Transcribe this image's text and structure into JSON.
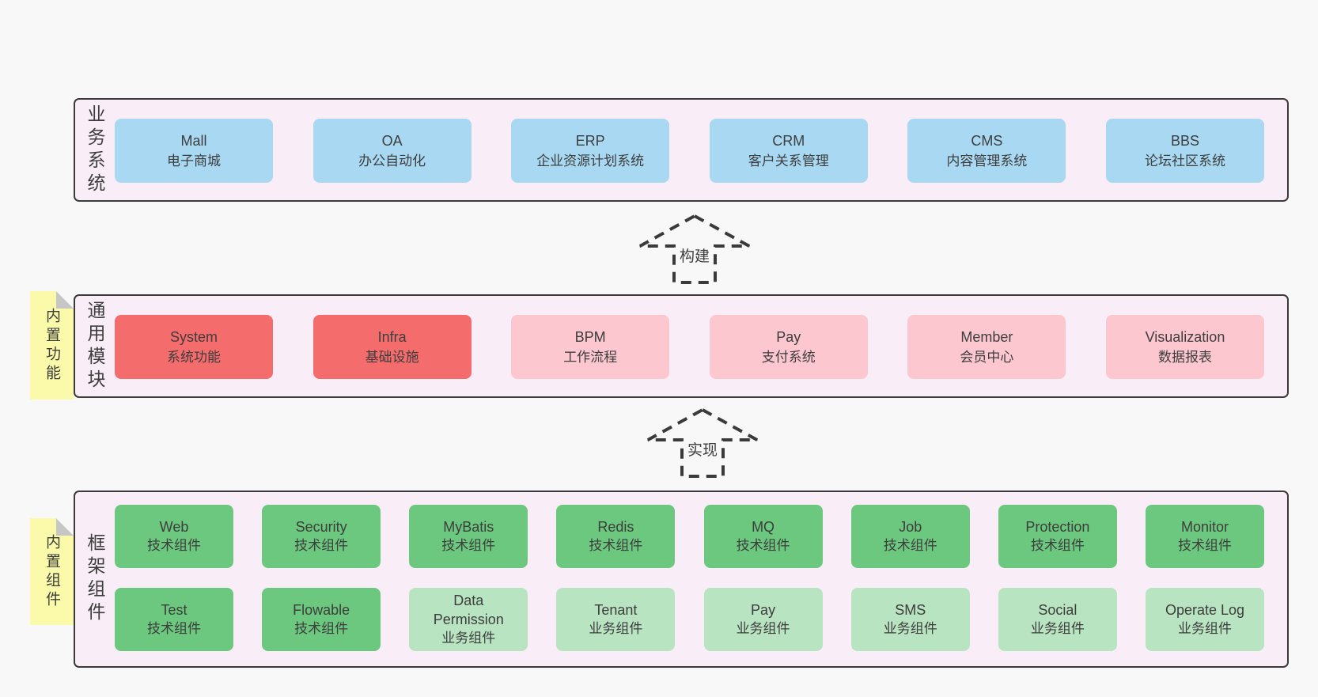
{
  "colors": {
    "page_bg": "#f8f8f8",
    "panel_bg": "#f9eef8",
    "panel_border": "#3a3a3a",
    "blue": "#a9d9f2",
    "red": "#f56c6c",
    "pink": "#fcc7cf",
    "green": "#6cc87e",
    "green_light": "#b9e4c1",
    "sticky_yellow": "#fbfaaa",
    "sticky_fold": "#c6c6c6",
    "text": "#3d3d3d"
  },
  "panels": {
    "business": {
      "vertical_label": "业务系统",
      "items": [
        {
          "name": "Mall",
          "sub": "电子商城"
        },
        {
          "name": "OA",
          "sub": "办公自动化"
        },
        {
          "name": "ERP",
          "sub": "企业资源计划系统"
        },
        {
          "name": "CRM",
          "sub": "客户关系管理"
        },
        {
          "name": "CMS",
          "sub": "内容管理系统"
        },
        {
          "name": "BBS",
          "sub": "论坛社区系统"
        }
      ]
    },
    "modules": {
      "vertical_label": "通用模块",
      "sticky_label": "内置功能",
      "items": [
        {
          "name": "System",
          "sub": "系统功能"
        },
        {
          "name": "Infra",
          "sub": "基础设施"
        },
        {
          "name": "BPM",
          "sub": "工作流程"
        },
        {
          "name": "Pay",
          "sub": "支付系统"
        },
        {
          "name": "Member",
          "sub": "会员中心"
        },
        {
          "name": "Visualization",
          "sub": "数据报表"
        }
      ]
    },
    "components": {
      "vertical_label": "框架组件",
      "sticky_label": "内置组件",
      "row1": [
        {
          "name": "Web",
          "sub": "技术组件"
        },
        {
          "name": "Security",
          "sub": "技术组件"
        },
        {
          "name": "MyBatis",
          "sub": "技术组件"
        },
        {
          "name": "Redis",
          "sub": "技术组件"
        },
        {
          "name": "MQ",
          "sub": "技术组件"
        },
        {
          "name": "Job",
          "sub": "技术组件"
        },
        {
          "name": "Protection",
          "sub": "技术组件"
        },
        {
          "name": "Monitor",
          "sub": "技术组件"
        }
      ],
      "row2": [
        {
          "name": "Test",
          "sub": "技术组件"
        },
        {
          "name": "Flowable",
          "sub": "技术组件"
        },
        {
          "name": "Data Permission",
          "sub": "业务组件"
        },
        {
          "name": "Tenant",
          "sub": "业务组件"
        },
        {
          "name": "Pay",
          "sub": "业务组件"
        },
        {
          "name": "SMS",
          "sub": "业务组件"
        },
        {
          "name": "Social",
          "sub": "业务组件"
        },
        {
          "name": "Operate Log",
          "sub": "业务组件"
        }
      ]
    }
  },
  "arrows": {
    "build": {
      "label": "构建"
    },
    "implement": {
      "label": "实现"
    }
  }
}
